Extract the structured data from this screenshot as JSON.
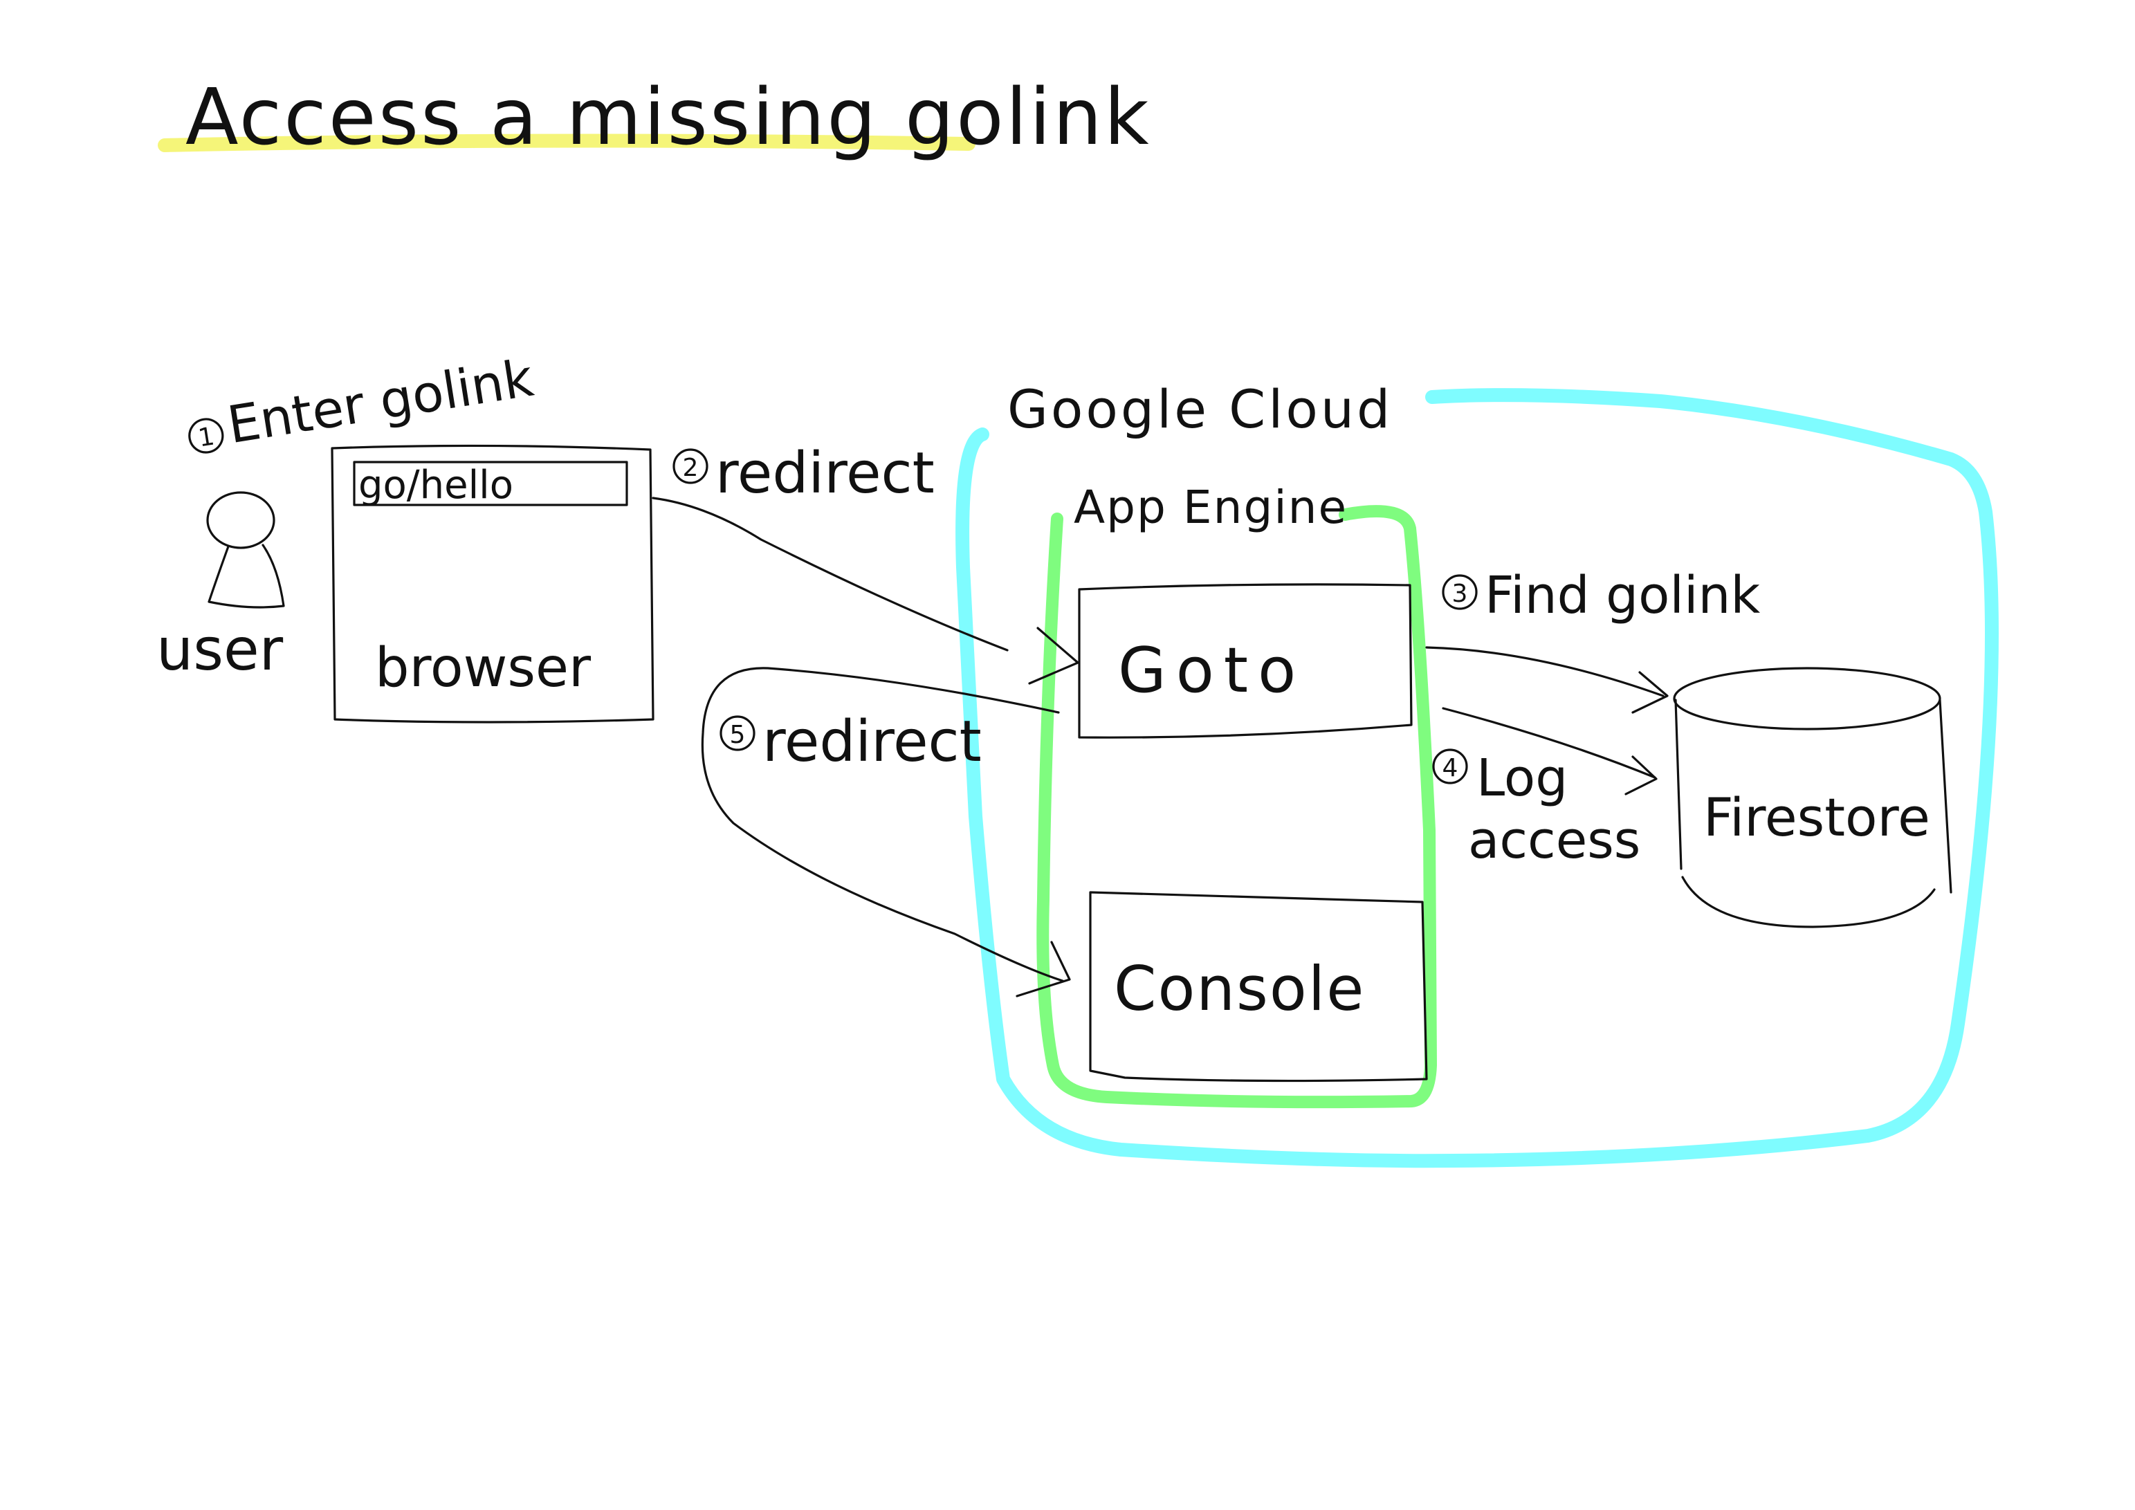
{
  "title": "Access a missing golink",
  "colors": {
    "ink": "#111111",
    "highlight": "#f4f46a",
    "google_cloud": "#7ffcff",
    "app_engine": "#7ffc7f"
  },
  "user": {
    "label": "user",
    "icon": "person-icon"
  },
  "browser": {
    "label": "browser",
    "url": "go/hello"
  },
  "containers": {
    "google_cloud": "Google Cloud",
    "app_engine": "App Engine"
  },
  "services": {
    "goto": "Goto",
    "console": "Console"
  },
  "datastore": {
    "label": "Firestore",
    "icon": "database-cylinder-icon"
  },
  "steps": [
    {
      "num": "1",
      "text": "Enter golink"
    },
    {
      "num": "2",
      "text": "redirect"
    },
    {
      "num": "3",
      "text": "Find golink"
    },
    {
      "num": "4",
      "text": "Log",
      "text2": "access"
    },
    {
      "num": "5",
      "text": "redirect"
    }
  ]
}
